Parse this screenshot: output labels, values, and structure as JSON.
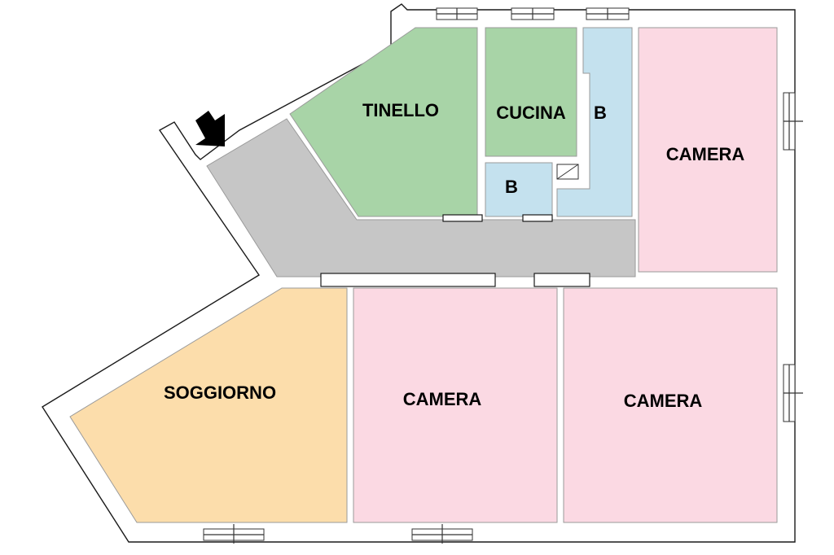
{
  "colors": {
    "living": "#FCDDAB",
    "bedroom": "#FBD9E3",
    "kitchen": "#A8D4A7",
    "bathroom": "#C4E1EE",
    "hallway": "#C6C6C6",
    "entrance_arrow": "#000000"
  },
  "rooms": {
    "tinello": "TINELLO",
    "cucina": "CUCINA",
    "bagno_1": "B",
    "bagno_2": "B",
    "camera_1": "CAMERA",
    "camera_2": "CAMERA",
    "camera_3": "CAMERA",
    "soggiorno": "SOGGIORNO"
  },
  "icons": {
    "entrance": "entrance-arrow-icon"
  }
}
